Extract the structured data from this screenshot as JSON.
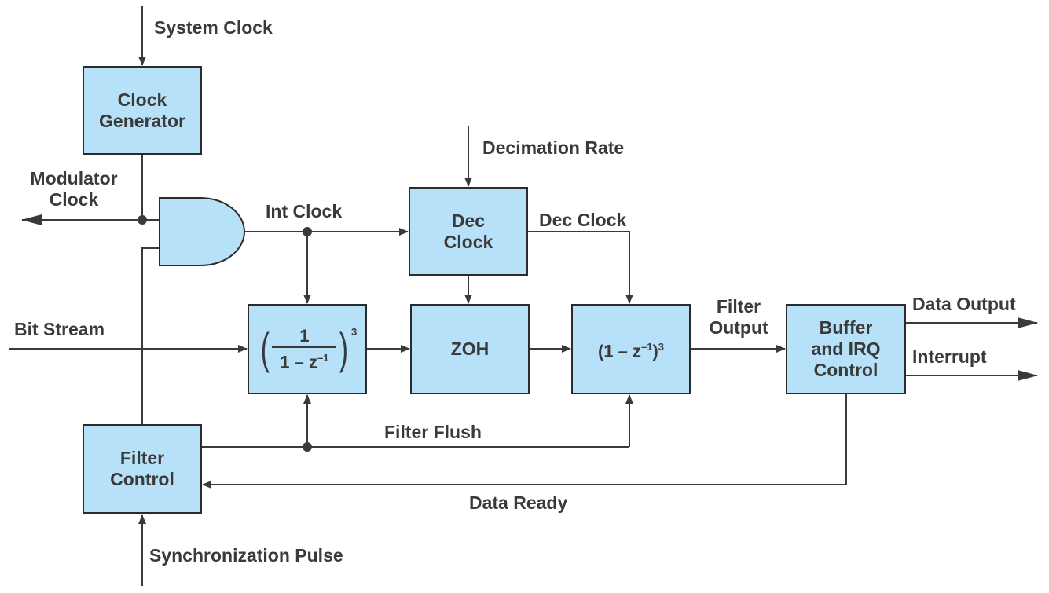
{
  "colors": {
    "box_fill": "#b7e1f8",
    "line": "#3a3a3a",
    "box_border": "#2b2b2b"
  },
  "blocks": {
    "clock_generator": [
      "Clock",
      "Generator"
    ],
    "dec_clock": [
      "Dec",
      "Clock"
    ],
    "integrator_num": "1",
    "integrator_den": "1 – z",
    "integrator_den_exp": "–1",
    "integrator_power": "3",
    "zoh": "ZOH",
    "comb_base": "(1 – z",
    "comb_exp": "–1",
    "comb_close": ")",
    "comb_power": "3",
    "buffer_irq": [
      "Buffer",
      "and IRQ",
      "Control"
    ],
    "filter_control": [
      "Filter",
      "Control"
    ]
  },
  "signals": {
    "system_clock": "System Clock",
    "modulator_clock": [
      "Modulator",
      "Clock"
    ],
    "int_clock": "Int Clock",
    "decimation_rate": "Decimation Rate",
    "dec_clock": "Dec Clock",
    "bit_stream": "Bit Stream",
    "filter_output": [
      "Filter",
      "Output"
    ],
    "data_output": "Data Output",
    "interrupt": "Interrupt",
    "filter_flush": "Filter Flush",
    "data_ready": "Data Ready",
    "sync_pulse": "Synchronization Pulse"
  }
}
